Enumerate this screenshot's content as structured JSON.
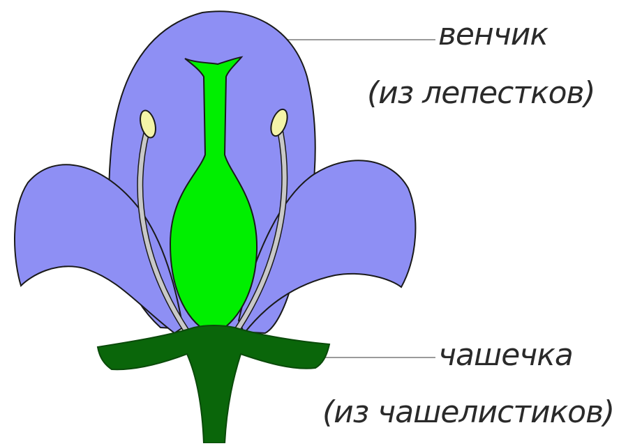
{
  "labels": {
    "corolla": "венчик",
    "corolla_note": "(из лепестков)",
    "calyx": "чашечка",
    "calyx_note": "(из чашелистиков)"
  },
  "colors": {
    "petal": "#8e8ff4",
    "pistil": "#00ef00",
    "calyx": "#0a660a",
    "stamen_filament": "#c8c8c8",
    "anther": "#f4f4a8",
    "outline": "#1a1a1a",
    "pointer_line": "#9a9a9a",
    "label_text": "#2a2a2a"
  }
}
